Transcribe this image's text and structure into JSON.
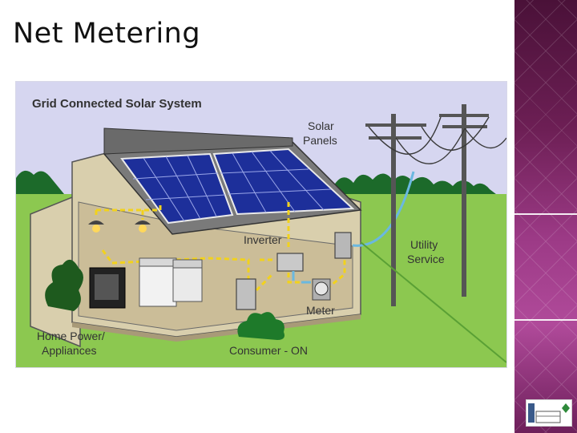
{
  "slide": {
    "title": "Net Metering"
  },
  "diagram": {
    "heading": "Grid Connected  Solar  System",
    "labels": {
      "solar_panels_line1": "Solar",
      "solar_panels_line2": "Panels",
      "inverter": "Inverter",
      "utility_line1": "Utility",
      "utility_line2": "Service",
      "meter": "Meter",
      "home_line1": "Home Power/",
      "home_line2": "Appliances",
      "consumer": "Consumer - ON"
    }
  },
  "colors": {
    "sky": "#d6d6f0",
    "grass": "#8cc850",
    "wall": "#d9cfad",
    "panel": "#1d2f9a",
    "wire": "#f2d21c",
    "arrow": "#6ab8e0",
    "sidebar_accent": "#9c3a86"
  },
  "icons": {
    "logo": "organization-logo-icon"
  }
}
